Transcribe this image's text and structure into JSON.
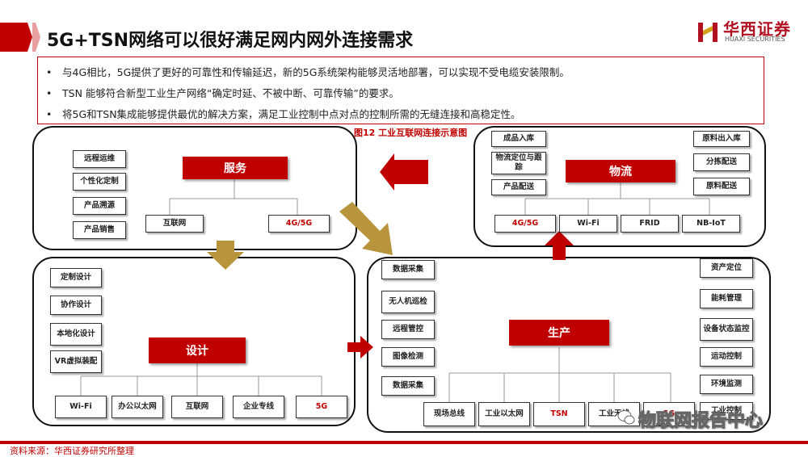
{
  "header": {
    "title": "5G+TSN网络可以很好满足网内网外连接需求",
    "logo_cn": "华西证券",
    "logo_en": "HUAXI SECURITIES"
  },
  "bullets": [
    "与4G相比，5G提供了更好的可靠性和传输延迟，新的5G系统架构能够灵活地部署，可以实现不受电缆安装限制。",
    "TSN 能够符合新型工业生产网络“确定时延、不被中断、可靠传输”的要求。",
    "将5G和TSN集成能够提供最优的解决方案，满足工业控制中点对点的控制所需的无缝连接和高稳定性。"
  ],
  "bullet_marker": "•",
  "figure_caption": "图12 工业互联网连接示意图",
  "service": {
    "hub": "服务",
    "items": [
      "远程运维",
      "个性化定制",
      "产品溯源",
      "产品销售"
    ],
    "networks": [
      "互联网",
      "4G/5G"
    ]
  },
  "logistics": {
    "hub": "物流",
    "left_items": [
      "成品入库",
      "物流定位与跟踪",
      "产品配送"
    ],
    "right_items": [
      "原料出入库",
      "分拣配送",
      "原料配送"
    ],
    "networks": [
      "4G/5G",
      "Wi-Fi",
      "FRID",
      "NB-IoT"
    ]
  },
  "design": {
    "hub": "设计",
    "items": [
      "定制设计",
      "协作设计",
      "本地化设计",
      "VR虚拟装配"
    ],
    "networks": [
      "Wi-Fi",
      "办公以太网",
      "互联网",
      "企业专线",
      "5G"
    ]
  },
  "production": {
    "hub": "生产",
    "left_items": [
      "数据采集",
      "无人机巡检",
      "远程管控",
      "图像检测",
      "数据采集"
    ],
    "right_items": [
      "资产定位",
      "能耗管理",
      "设备状态监控",
      "运动控制",
      "环境监测",
      "工业控制"
    ],
    "networks": [
      "现场总线",
      "工业以太网",
      "TSN",
      "工业无线",
      "5G"
    ]
  },
  "footer": {
    "source": "资料来源：华西证券研究所整理",
    "watermark": "物联网报告中心"
  },
  "colors": {
    "brand_red": "#c00000",
    "arrow_tan": "#b8943c"
  }
}
